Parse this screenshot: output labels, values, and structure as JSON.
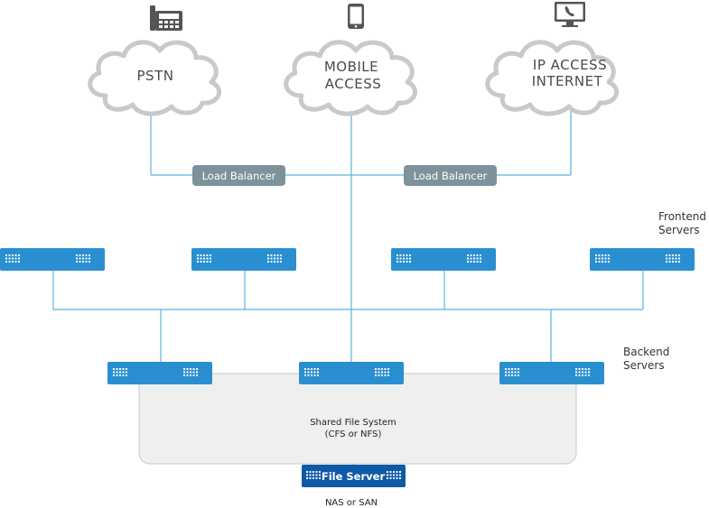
{
  "clouds": [
    {
      "line1": "PSTN",
      "line2": "",
      "icon": "desk-phone-icon"
    },
    {
      "line1": "MOBILE",
      "line2": "ACCESS",
      "icon": "mobile-phone-icon"
    },
    {
      "line1": "IP ACCESS",
      "line2": "INTERNET",
      "icon": "computer-phone-icon"
    }
  ],
  "load_balancers": [
    "Load Balancer",
    "Load Balancer"
  ],
  "labels": {
    "frontend_line1": "Frontend",
    "frontend_line2": "Servers",
    "backend_line1": "Backend",
    "backend_line2": "Servers",
    "shared_fs_line1": "Shared File System",
    "shared_fs_line2": "(CFS or NFS)",
    "file_server": "File Server",
    "nas_san": "NAS or SAN"
  },
  "colors": {
    "server_blue": "#2a8fd0",
    "file_server_blue": "#0e5aa7",
    "load_balancer_gray": "#7d929c",
    "line_color": "#5bb3dc",
    "cloud_stroke": "#c9c9c9",
    "shared_fs_fill": "#efefef"
  }
}
